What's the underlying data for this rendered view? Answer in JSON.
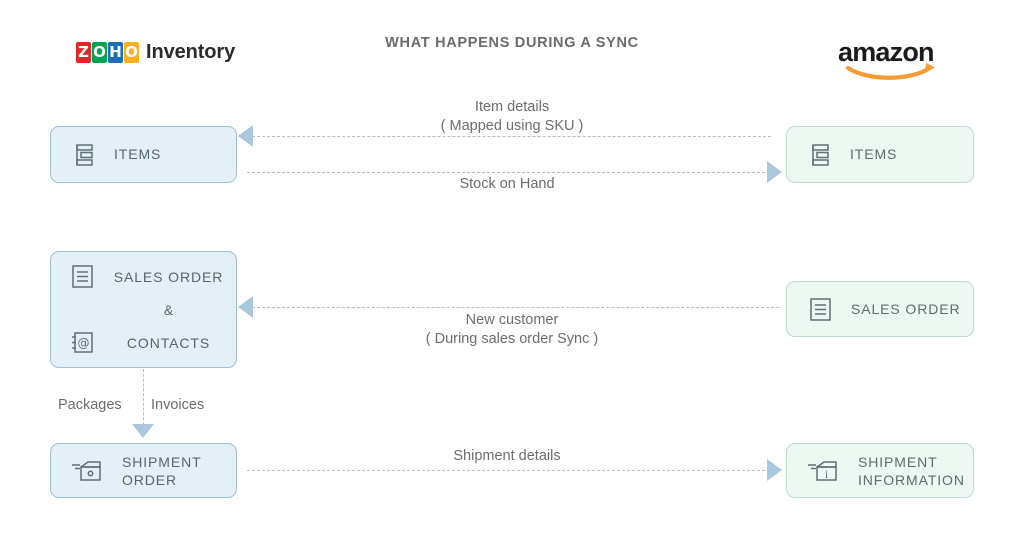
{
  "title": "WHAT HAPPENS DURING A SYNC",
  "brands": {
    "left": {
      "name": "Zoho Inventory",
      "logo_tiles": [
        "Z",
        "O",
        "H",
        "O"
      ],
      "word": "Inventory",
      "tile_colors": [
        "#e42527",
        "#00a551",
        "#1c6fb7",
        "#f9b21d"
      ]
    },
    "right": {
      "name": "amazon",
      "word": "amazon",
      "smile_color": "#f79b34"
    }
  },
  "colors": {
    "left_box_fill": "#e4eff7",
    "left_box_border": "#9cc0d6",
    "right_box_fill": "#eef8f3",
    "right_box_border": "#bcdccd",
    "arrow": "#a9c8dd",
    "dash_line": "#b3bfc6",
    "label_text": "#6d6d6d",
    "node_text": "#56666f",
    "title_text": "#6b6b6b"
  },
  "nodes": {
    "zoho_items": {
      "label": "ITEMS",
      "icon": "items-list-icon"
    },
    "amazon_items": {
      "label": "ITEMS",
      "icon": "items-list-icon"
    },
    "zoho_sales_order": {
      "label_line1": "SALES ORDER",
      "conjunction": "&",
      "label_line2": "CONTACTS",
      "icon1": "document-lines-icon",
      "icon2": "contacts-at-icon"
    },
    "amazon_sales_order": {
      "label": "SALES ORDER",
      "icon": "document-lines-icon"
    },
    "zoho_shipment": {
      "label_line1": "SHIPMENT",
      "label_line2": "ORDER",
      "icon": "shipment-box-icon"
    },
    "amazon_shipment": {
      "label_line1": "SHIPMENT",
      "label_line2": "INFORMATION",
      "icon": "shipment-info-box-icon"
    }
  },
  "connectors": {
    "item_details": {
      "line1": "Item details",
      "line2": "( Mapped using SKU )",
      "direction": "right-to-left"
    },
    "stock_on_hand": {
      "line1": "Stock on Hand",
      "direction": "left-to-right"
    },
    "new_customer": {
      "line1": "New customer",
      "line2": "( During sales order Sync )",
      "direction": "right-to-left"
    },
    "shipment_details": {
      "line1": "Shipment details",
      "direction": "left-to-right"
    },
    "packages_invoices": {
      "left_label": "Packages",
      "right_label": "Invoices",
      "direction": "top-to-bottom"
    }
  }
}
